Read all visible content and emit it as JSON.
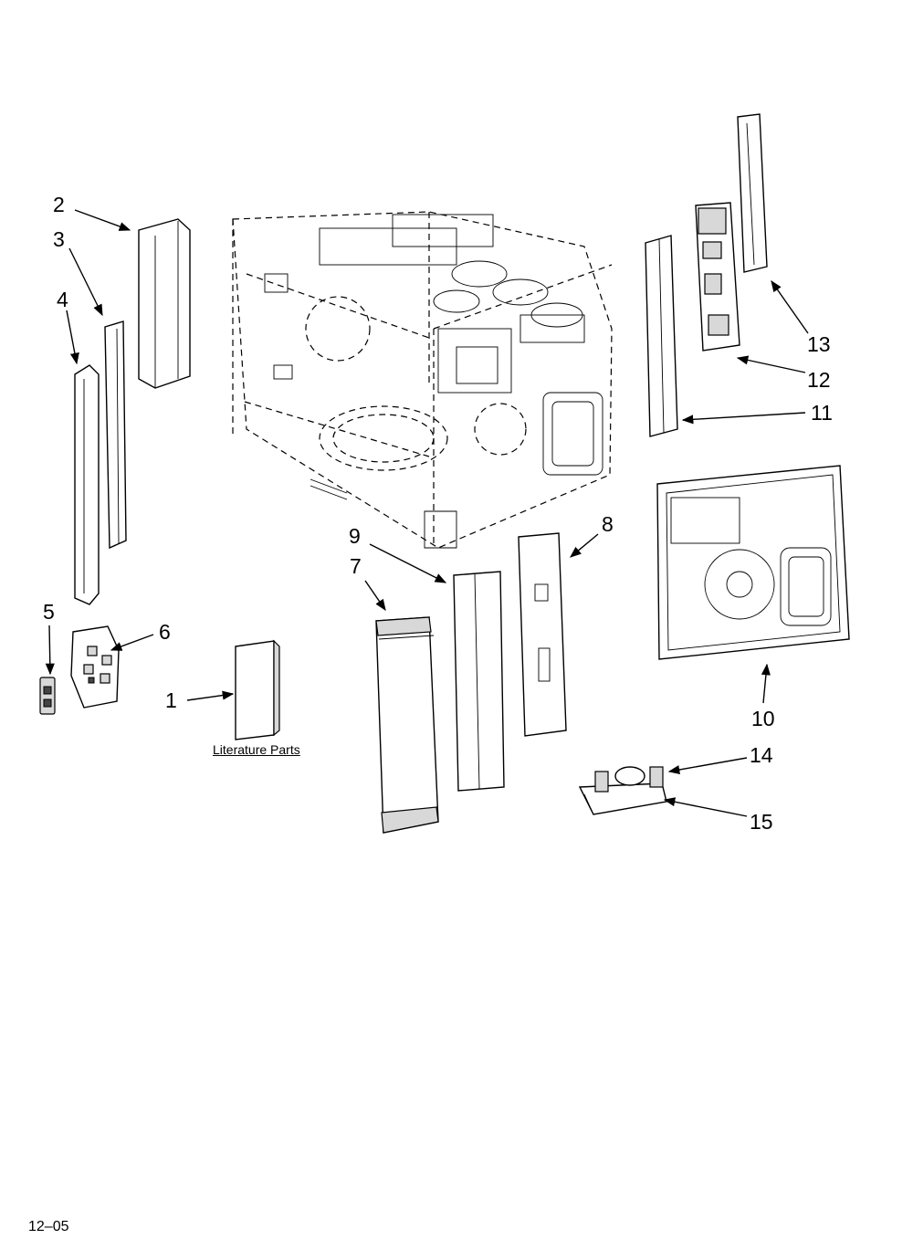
{
  "callouts": [
    {
      "id": "c1",
      "label": "1"
    },
    {
      "id": "c2",
      "label": "2"
    },
    {
      "id": "c3",
      "label": "3"
    },
    {
      "id": "c4",
      "label": "4"
    },
    {
      "id": "c5",
      "label": "5"
    },
    {
      "id": "c6",
      "label": "6"
    },
    {
      "id": "c7",
      "label": "7"
    },
    {
      "id": "c8",
      "label": "8"
    },
    {
      "id": "c9",
      "label": "9"
    },
    {
      "id": "c10",
      "label": "10"
    },
    {
      "id": "c11",
      "label": "11"
    },
    {
      "id": "c12",
      "label": "12"
    },
    {
      "id": "c13",
      "label": "13"
    },
    {
      "id": "c14",
      "label": "14"
    },
    {
      "id": "c15",
      "label": "15"
    }
  ],
  "literature_label": "Literature Parts",
  "page_code": "12–05"
}
